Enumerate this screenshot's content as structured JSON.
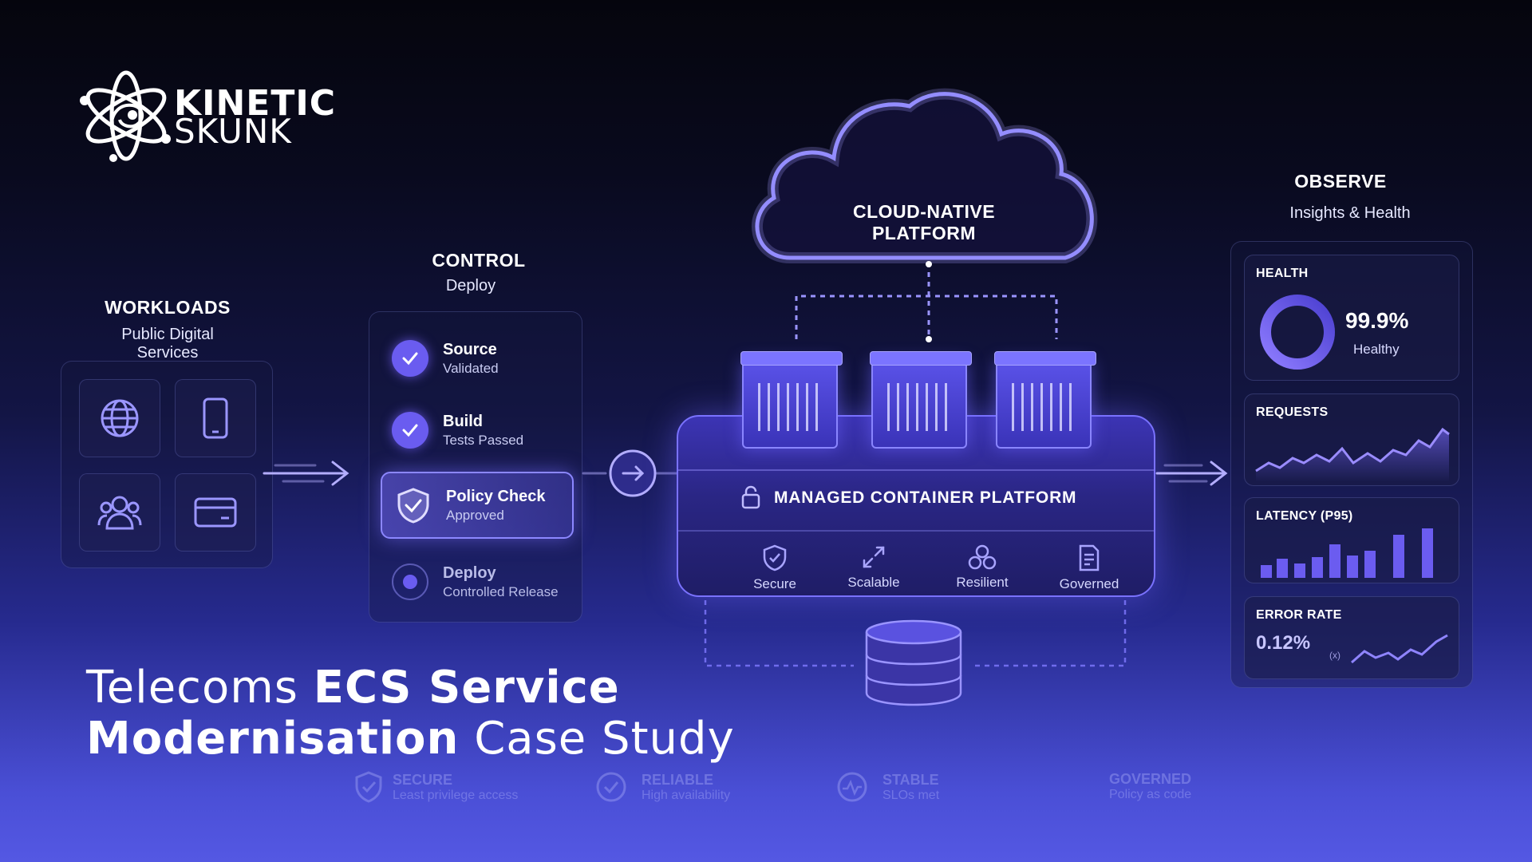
{
  "logo": {
    "line1": "KINETIC",
    "line2": "SKUNK"
  },
  "workloads": {
    "title": "WORKLOADS",
    "subtitle_line1": "Public Digital",
    "subtitle_line2": "Services",
    "tiles": [
      "globe-icon",
      "mobile-icon",
      "users-icon",
      "card-icon"
    ]
  },
  "control": {
    "title": "CONTROL",
    "subtitle": "Deploy",
    "steps": [
      {
        "title": "Source",
        "status": "Validated",
        "icon": "check-icon"
      },
      {
        "title": "Build",
        "status": "Tests Passed",
        "icon": "check-icon"
      },
      {
        "title": "Policy Check",
        "status": "Approved",
        "icon": "shield-check-icon"
      },
      {
        "title": "Deploy",
        "status": "Controlled Release",
        "icon": "dot-icon"
      }
    ]
  },
  "platform": {
    "cloud_line1": "CLOUD-NATIVE",
    "cloud_line2": "PLATFORM",
    "label": "MANAGED CONTAINER PLATFORM",
    "features": [
      {
        "label": "Secure",
        "icon": "shield-icon"
      },
      {
        "label": "Scalable",
        "icon": "expand-icon"
      },
      {
        "label": "Resilient",
        "icon": "nodes-icon"
      },
      {
        "label": "Governed",
        "icon": "document-icon"
      }
    ]
  },
  "observe": {
    "title": "OBSERVE",
    "subtitle": "Insights & Health",
    "health": {
      "title": "HEALTH",
      "value": "99.9%",
      "status": "Healthy",
      "fraction": 0.999
    },
    "requests": {
      "title": "REQUESTS"
    },
    "latency": {
      "title": "LATENCY (P95)"
    },
    "error_rate": {
      "title": "ERROR RATE",
      "value": "0.12%",
      "note": "(x)"
    }
  },
  "headline": {
    "line1_normal": "Telecoms",
    "line1_bold": "ECS Service",
    "line2_bold": "Modernisation",
    "line2_normal": "Case Study"
  },
  "values": [
    {
      "title": "SECURE",
      "subtitle": "Least privilege access",
      "icon": "shield-check-icon"
    },
    {
      "title": "RELIABLE",
      "subtitle": "High availability",
      "icon": "check-circle-icon"
    },
    {
      "title": "STABLE",
      "subtitle": "SLOs met",
      "icon": "pulse-icon"
    },
    {
      "title": "GOVERNED",
      "subtitle": "Policy as code",
      "icon": ""
    }
  ],
  "colors": {
    "accent": "#7a6bff",
    "accent_light": "#a8a4ff",
    "background_top": "#05050d",
    "background_bottom": "#5458e3"
  }
}
